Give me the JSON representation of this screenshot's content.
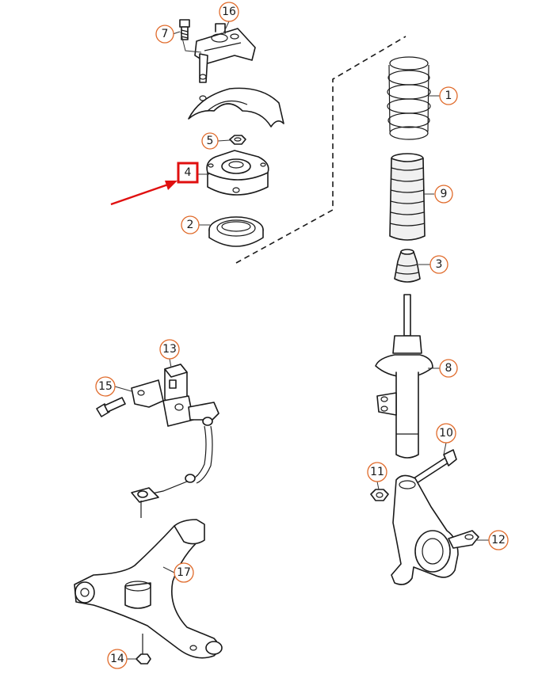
{
  "callouts": [
    {
      "id": "c1",
      "label": "1"
    },
    {
      "id": "c2",
      "label": "2"
    },
    {
      "id": "c3",
      "label": "3"
    },
    {
      "id": "c4",
      "label": "4",
      "highlighted": true
    },
    {
      "id": "c5",
      "label": "5"
    },
    {
      "id": "c7",
      "label": "7"
    },
    {
      "id": "c8",
      "label": "8"
    },
    {
      "id": "c9",
      "label": "9"
    },
    {
      "id": "c10",
      "label": "10"
    },
    {
      "id": "c11",
      "label": "11"
    },
    {
      "id": "c12",
      "label": "12"
    },
    {
      "id": "c13",
      "label": "13"
    },
    {
      "id": "c14",
      "label": "14"
    },
    {
      "id": "c15",
      "label": "15"
    },
    {
      "id": "c16",
      "label": "16"
    },
    {
      "id": "c17",
      "label": "17"
    }
  ],
  "colors": {
    "callout_ring": "#e06a2a",
    "highlight_box": "#e01010",
    "pointer_arrow": "#e01010",
    "line_art": "#1a1a1a"
  }
}
